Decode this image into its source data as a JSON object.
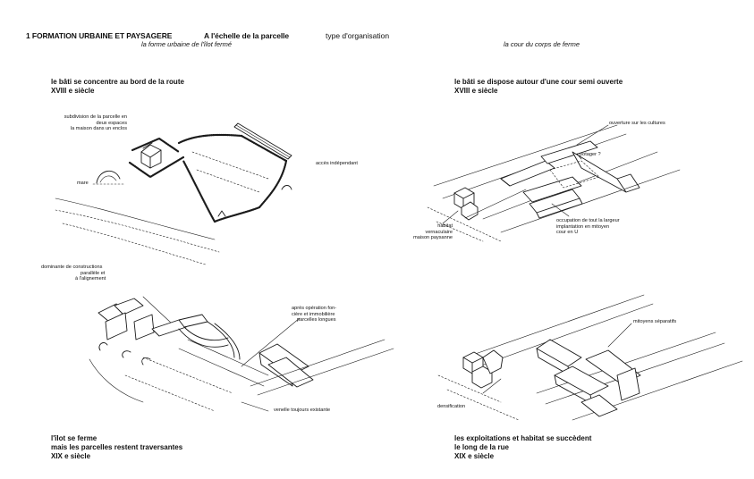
{
  "header": {
    "title": "1 FORMATION URBAINE ET PAYSAGERE",
    "scale": "A l'échelle de la parcelle",
    "type": "type d'organisation",
    "left_subtitle": "la forme urbaine de l'îlot fermé",
    "right_subtitle": "la cour du corps de ferme"
  },
  "panels": {
    "top_left": {
      "caption": [
        "le bâti se concentre au bord de la route",
        "XVIII e siècle"
      ],
      "notes": {
        "subdivision": [
          "subdivision de la parcelle en",
          "deux espaces",
          "la maison dans un enclos"
        ],
        "mare": "mare",
        "acces": "accès indépendant"
      }
    },
    "top_right": {
      "caption": [
        "le bâti se dispose autour d'une cour semi ouverte",
        "XVIII e siècle"
      ],
      "notes": {
        "ouverture": "ouverture sur les cultures",
        "potager": "potager ?",
        "habitat": [
          "habitat",
          "vernaculaire",
          "maison paysanne"
        ],
        "occupation": [
          "occupation de tout la largeur",
          "implantation en mitoyen",
          "cour en U"
        ]
      }
    },
    "bottom_left": {
      "caption": [
        "l'îlot se ferme",
        "mais les parcelles restent traversantes",
        "XIX e siècle"
      ],
      "notes": {
        "dominante": [
          "dominante de constructions",
          "parallèle et",
          "à l'alignement"
        ],
        "apres": [
          "après opération fon-",
          "cière et immobilière",
          "parcelles longues"
        ],
        "venelle": "venelle toujours existante"
      }
    },
    "bottom_right": {
      "caption": [
        "les exploitations et habitat se succèdent",
        "le long de la rue",
        "XIX e siècle"
      ],
      "notes": {
        "mitoyens": "mitoyens séparatifs",
        "densification": "densification"
      }
    }
  }
}
